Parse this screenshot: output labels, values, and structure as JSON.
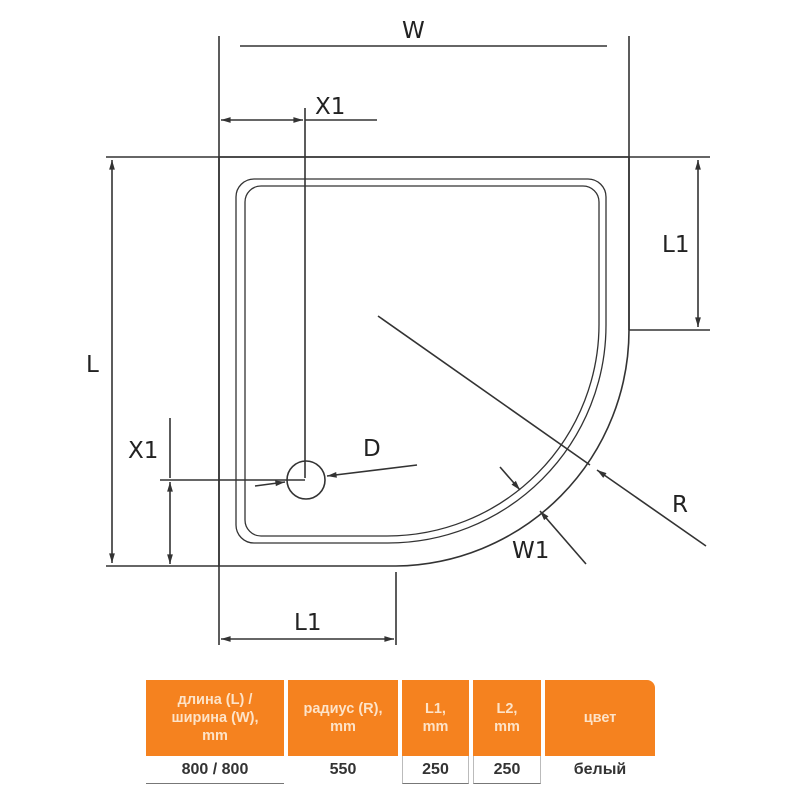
{
  "diagram": {
    "title": "Quarter-round shower tray dimension drawing",
    "labels": {
      "W": "W",
      "X1_top": "X1",
      "L1_right": "L1",
      "L": "L",
      "X1_left": "X1",
      "D": "D",
      "R": "R",
      "W1": "W1",
      "L1_bottom": "L1"
    },
    "line_color": "#333333"
  },
  "spec_table": {
    "header_color": "#f5821f",
    "headers": [
      {
        "line1": "длина (L) /",
        "line2": "ширина (W),",
        "line3": "mm"
      },
      {
        "line1": "радиус (R),",
        "line2": "mm"
      },
      {
        "line1": "L1,",
        "line2": "mm"
      },
      {
        "line1": "L2,",
        "line2": "mm"
      },
      {
        "line1": "цвет"
      }
    ],
    "values": [
      "800 / 800",
      "550",
      "250",
      "250",
      "белый"
    ]
  }
}
